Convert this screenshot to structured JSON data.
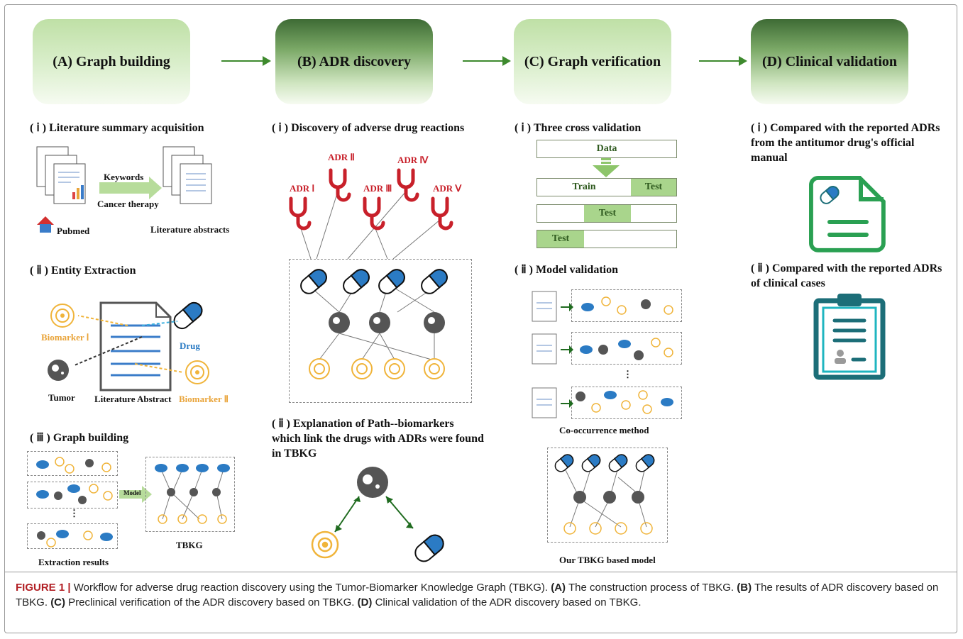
{
  "stages": [
    {
      "label": "(A) Graph building"
    },
    {
      "label": "(B) ADR discovery"
    },
    {
      "label": "(C) Graph verification"
    },
    {
      "label": "(D) Clinical validation"
    }
  ],
  "A": {
    "s1": "( ⅰ ) Literature summary acquisition",
    "keywords": "Keywords",
    "cancer": "Cancer therapy",
    "pubmed": "Pubmed",
    "abstracts": "Literature abstracts",
    "s2": "( ⅱ ) Entity Extraction",
    "bm1": "Biomarker Ⅰ",
    "drug": "Drug",
    "tumor": "Tumor",
    "litabs": "Literature Abstract",
    "bm2": "Biomarker Ⅱ",
    "s3": "( ⅲ ) Graph building",
    "model": "Model",
    "tbkg": "TBKG",
    "extraction": "Extraction results",
    "dots": "⋮"
  },
  "B": {
    "s1": "( ⅰ ) Discovery of adverse drug reactions",
    "adr": [
      "ADR Ⅰ",
      "ADR Ⅱ",
      "ADR Ⅲ",
      "ADR Ⅳ",
      "ADR Ⅴ"
    ],
    "s2": "( ⅱ ) Explanation of Path--biomarkers which link the drugs with ADRs were found in TBKG"
  },
  "C": {
    "s1": "( ⅰ ) Three cross validation",
    "data": "Data",
    "train": "Train",
    "test": "Test",
    "s2": "( ⅱ ) Model validation",
    "cooc": "Co-occurrence method",
    "our": "Our TBKG based model",
    "dots": "⋮"
  },
  "D": {
    "s1": "( ⅰ ) Compared with the reported ADRs from the antitumor drug's official manual",
    "s2": "( ⅱ )  Compared with the reported ADRs of clinical cases"
  },
  "caption": {
    "fig": "FIGURE 1 |",
    "t0": " Workflow for adverse drug reaction discovery using the Tumor-Biomarker Knowledge Graph (TBKG). ",
    "a": "(A)",
    "t1": " The construction process of TBKG. ",
    "b": "(B)",
    "t2": " The results of ADR discovery based on TBKG. ",
    "c": "(C)",
    "t3": " Preclinical verification of the ADR discovery based on TBKG. ",
    "d": "(D)",
    "t4": " Clinical validation of the ADR discovery based on TBKG."
  },
  "colors": {
    "drug": "#2b7bc4",
    "biomarker": "#f0b43a",
    "adr": "#c8202a",
    "green": "#3e8a2e",
    "teal": "#1c6e78"
  }
}
